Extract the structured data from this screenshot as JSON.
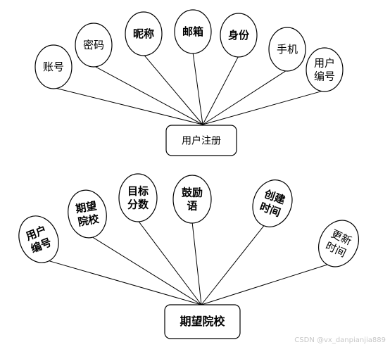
{
  "entities": [
    {
      "id": "user-registration",
      "name": "用户注册",
      "attributes": [
        {
          "id": "account",
          "lines": [
            "账号"
          ]
        },
        {
          "id": "password",
          "lines": [
            "密码"
          ]
        },
        {
          "id": "nickname",
          "lines": [
            "昵称"
          ]
        },
        {
          "id": "email",
          "lines": [
            "邮箱"
          ]
        },
        {
          "id": "identity",
          "lines": [
            "身份"
          ]
        },
        {
          "id": "phone",
          "lines": [
            "手机"
          ]
        },
        {
          "id": "user-number",
          "lines": [
            "用户",
            "编号"
          ]
        }
      ]
    },
    {
      "id": "target-college",
      "name": "期望院校",
      "attributes": [
        {
          "id": "user-number",
          "lines": [
            "用户",
            "编号"
          ]
        },
        {
          "id": "expected-college",
          "lines": [
            "期望",
            "院校"
          ]
        },
        {
          "id": "target-score",
          "lines": [
            "目标",
            "分数"
          ]
        },
        {
          "id": "encouragement",
          "lines": [
            "鼓励",
            "语"
          ]
        },
        {
          "id": "create-time",
          "lines": [
            "创建",
            "时间"
          ]
        },
        {
          "id": "update-time",
          "lines": [
            "更新",
            "时间"
          ]
        }
      ]
    }
  ],
  "watermark": "CSDN @vx_danpianjia889"
}
